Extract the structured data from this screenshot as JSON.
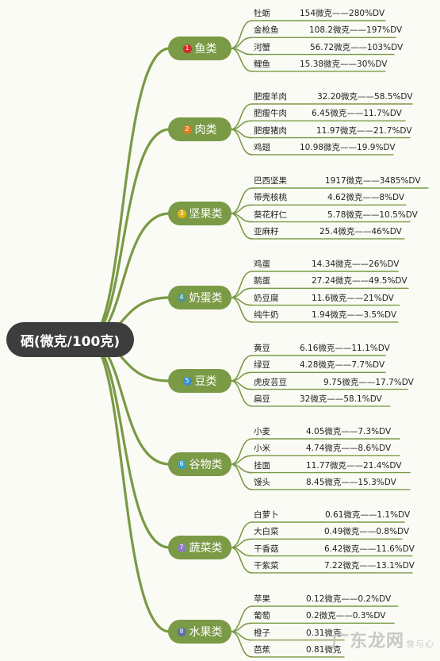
{
  "root": {
    "label": "硒(微克/100克)"
  },
  "categories": [
    {
      "num": "1",
      "num_color": "#d62b2b",
      "label": "鱼类",
      "items": [
        {
          "name": "牡蛎",
          "value": "154微克——280%DV"
        },
        {
          "name": "金枪鱼",
          "value": "108.2微克——197%DV"
        },
        {
          "name": "河蟹",
          "value": "56.72微克——103%DV"
        },
        {
          "name": "鲤鱼",
          "value": "15.38微克——30%DV"
        }
      ]
    },
    {
      "num": "2",
      "num_color": "#e27a1e",
      "label": "肉类",
      "items": [
        {
          "name": "肥瘦羊肉",
          "value": "32.20微克——58.5%DV"
        },
        {
          "name": "肥瘦牛肉",
          "value": "6.45微克——11.7%DV"
        },
        {
          "name": "肥瘦猪肉",
          "value": "11.97微克——21.7%DV"
        },
        {
          "name": "鸡翅",
          "value": "10.98微克——19.9%DV"
        }
      ]
    },
    {
      "num": "3",
      "num_color": "#e7b416",
      "label": "坚果类",
      "items": [
        {
          "name": "巴西坚果",
          "value": "1917微克——3485%DV"
        },
        {
          "name": "带壳核桃",
          "value": "4.62微克——8%DV"
        },
        {
          "name": "葵花籽仁",
          "value": "5.78微克——10.5%DV"
        },
        {
          "name": "亚麻籽",
          "value": "25.4微克——46%DV"
        }
      ]
    },
    {
      "num": "4",
      "num_color": "#4e9a8a",
      "label": "奶蛋类",
      "items": [
        {
          "name": "鸡蛋",
          "value": "14.34微克——26%DV"
        },
        {
          "name": "鹅蛋",
          "value": "27.24微克——49.5%DV"
        },
        {
          "name": "奶豆腐",
          "value": "11.6微克——21%DV"
        },
        {
          "name": "纯牛奶",
          "value": "1.94微克——3.5%DV"
        }
      ]
    },
    {
      "num": "5",
      "num_color": "#3a8fd1",
      "label": "豆类",
      "items": [
        {
          "name": "黄豆",
          "value": "6.16微克——11.1%DV"
        },
        {
          "name": "绿豆",
          "value": "4.28微克——7.7%DV"
        },
        {
          "name": "虎皮芸豆",
          "value": "9.75微克——17.7%DV"
        },
        {
          "name": "扁豆",
          "value": "32微克——58.1%DV"
        }
      ]
    },
    {
      "num": "6",
      "num_color": "#3aa0c8",
      "label": "谷物类",
      "items": [
        {
          "name": "小麦",
          "value": "4.05微克——7.3%DV"
        },
        {
          "name": "小米",
          "value": "4.74微克——8.6%DV"
        },
        {
          "name": "挂面",
          "value": "11.77微克——21.4%DV"
        },
        {
          "name": "馒头",
          "value": "8.45微克——15.3%DV"
        }
      ]
    },
    {
      "num": "7",
      "num_color": "#8d7bc4",
      "label": "蔬菜类",
      "items": [
        {
          "name": "白萝卜",
          "value": "0.61微克——1.1%DV"
        },
        {
          "name": "大白菜",
          "value": "0.49微克——0.8%DV"
        },
        {
          "name": "干香菇",
          "value": "6.42微克——11.6%DV"
        },
        {
          "name": "干紫菜",
          "value": "7.22微克——13.1%DV"
        }
      ]
    },
    {
      "num": "8",
      "num_color": "#5b6fa8",
      "label": "水果类",
      "items": [
        {
          "name": "苹果",
          "value": "0.12微克——0.2%DV"
        },
        {
          "name": "葡萄",
          "value": "0.2微克——0.3%DV"
        },
        {
          "name": "橙子",
          "value": "0.31微克"
        },
        {
          "name": "芭蕉",
          "value": "0.81微克"
        }
      ]
    }
  ],
  "watermark": {
    "brand": "广东龙网",
    "sub": "食与心"
  },
  "colors": {
    "branch": "#7a9a45",
    "root": "#3d3d3d"
  }
}
